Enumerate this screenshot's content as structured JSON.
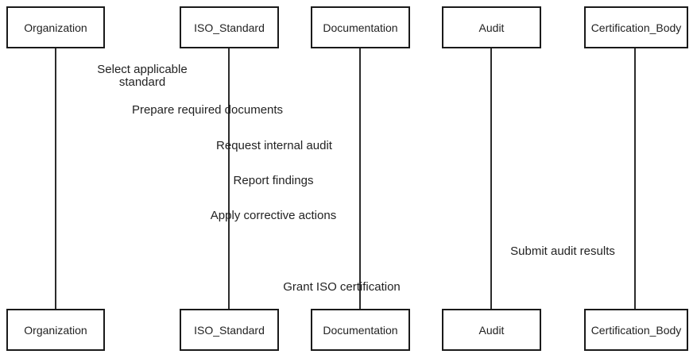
{
  "diagram": {
    "type": "sequence-diagram",
    "background_color": "#ffffff",
    "box_border_color": "#1a1a1a",
    "lifeline_color": "#2b2b2b",
    "text_color": "#222222",
    "participants": [
      {
        "name": "Organization"
      },
      {
        "name": "ISO_Standard"
      },
      {
        "name": "Documentation"
      },
      {
        "name": "Audit"
      },
      {
        "name": "Certification_Body"
      }
    ],
    "messages": [
      {
        "label": "Select applicable standard"
      },
      {
        "label": "Prepare required documents"
      },
      {
        "label": "Request internal audit"
      },
      {
        "label": "Report findings"
      },
      {
        "label": "Apply corrective actions"
      },
      {
        "label": "Submit audit results"
      },
      {
        "label": "Grant ISO certification"
      }
    ]
  }
}
